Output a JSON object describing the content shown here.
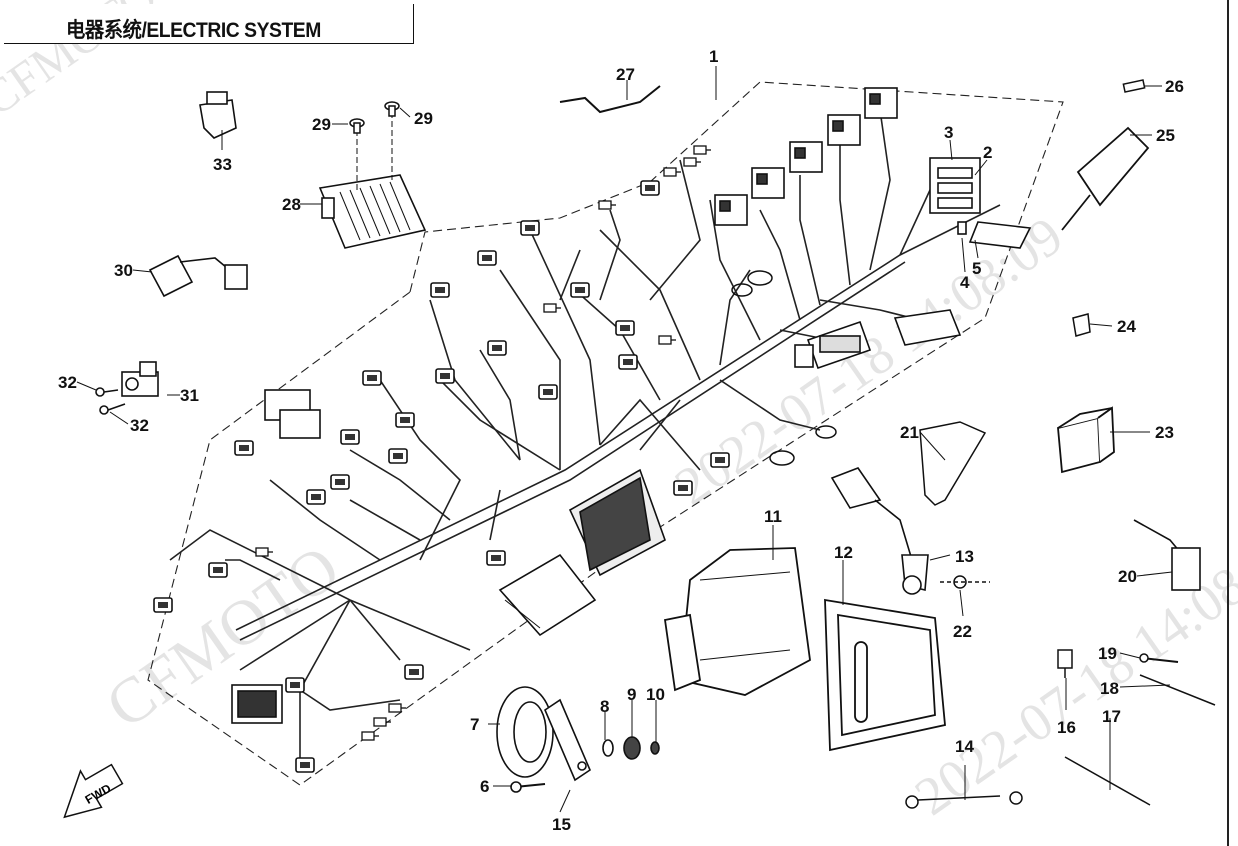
{
  "title": "电器系统/ELECTRIC SYSTEM",
  "watermarks": [
    "CFMOTO",
    "2022-07-18 14:08:09"
  ],
  "direction_arrow": "FWD",
  "parts": [
    {
      "num": "1"
    },
    {
      "num": "2"
    },
    {
      "num": "3"
    },
    {
      "num": "4"
    },
    {
      "num": "5"
    },
    {
      "num": "6"
    },
    {
      "num": "7"
    },
    {
      "num": "8"
    },
    {
      "num": "9"
    },
    {
      "num": "10"
    },
    {
      "num": "11"
    },
    {
      "num": "12"
    },
    {
      "num": "13"
    },
    {
      "num": "14"
    },
    {
      "num": "15"
    },
    {
      "num": "16"
    },
    {
      "num": "17"
    },
    {
      "num": "18"
    },
    {
      "num": "19"
    },
    {
      "num": "20"
    },
    {
      "num": "21"
    },
    {
      "num": "22"
    },
    {
      "num": "23"
    },
    {
      "num": "24"
    },
    {
      "num": "25"
    },
    {
      "num": "26"
    },
    {
      "num": "27"
    },
    {
      "num": "28"
    },
    {
      "num": "29"
    },
    {
      "num": "30"
    },
    {
      "num": "31"
    },
    {
      "num": "32"
    },
    {
      "num": "33"
    }
  ],
  "extra_callouts": {
    "29b": "29",
    "32b": "32"
  }
}
